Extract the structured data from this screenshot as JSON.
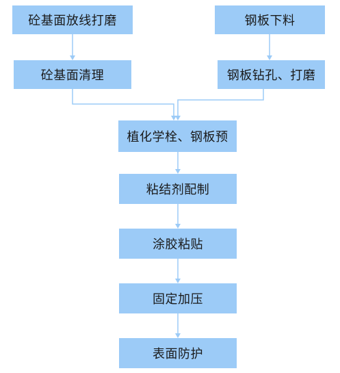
{
  "flowchart": {
    "colors": {
      "box_fill": "#9ccbf7",
      "connector": "#9ccbf7",
      "text": "#1a1a1a"
    },
    "steps": {
      "base_grind": "砼基面放线打磨",
      "base_clean": "砼基面清理",
      "plate_cut": "钢板下料",
      "plate_drill": "钢板钻孔、打磨",
      "anchor_preset": "植化学栓、钢板预",
      "adhesive_mix": "粘结剂配制",
      "glue_apply": "涂胶粘贴",
      "fix_press": "固定加压",
      "surface_protect": "表面防护"
    }
  }
}
